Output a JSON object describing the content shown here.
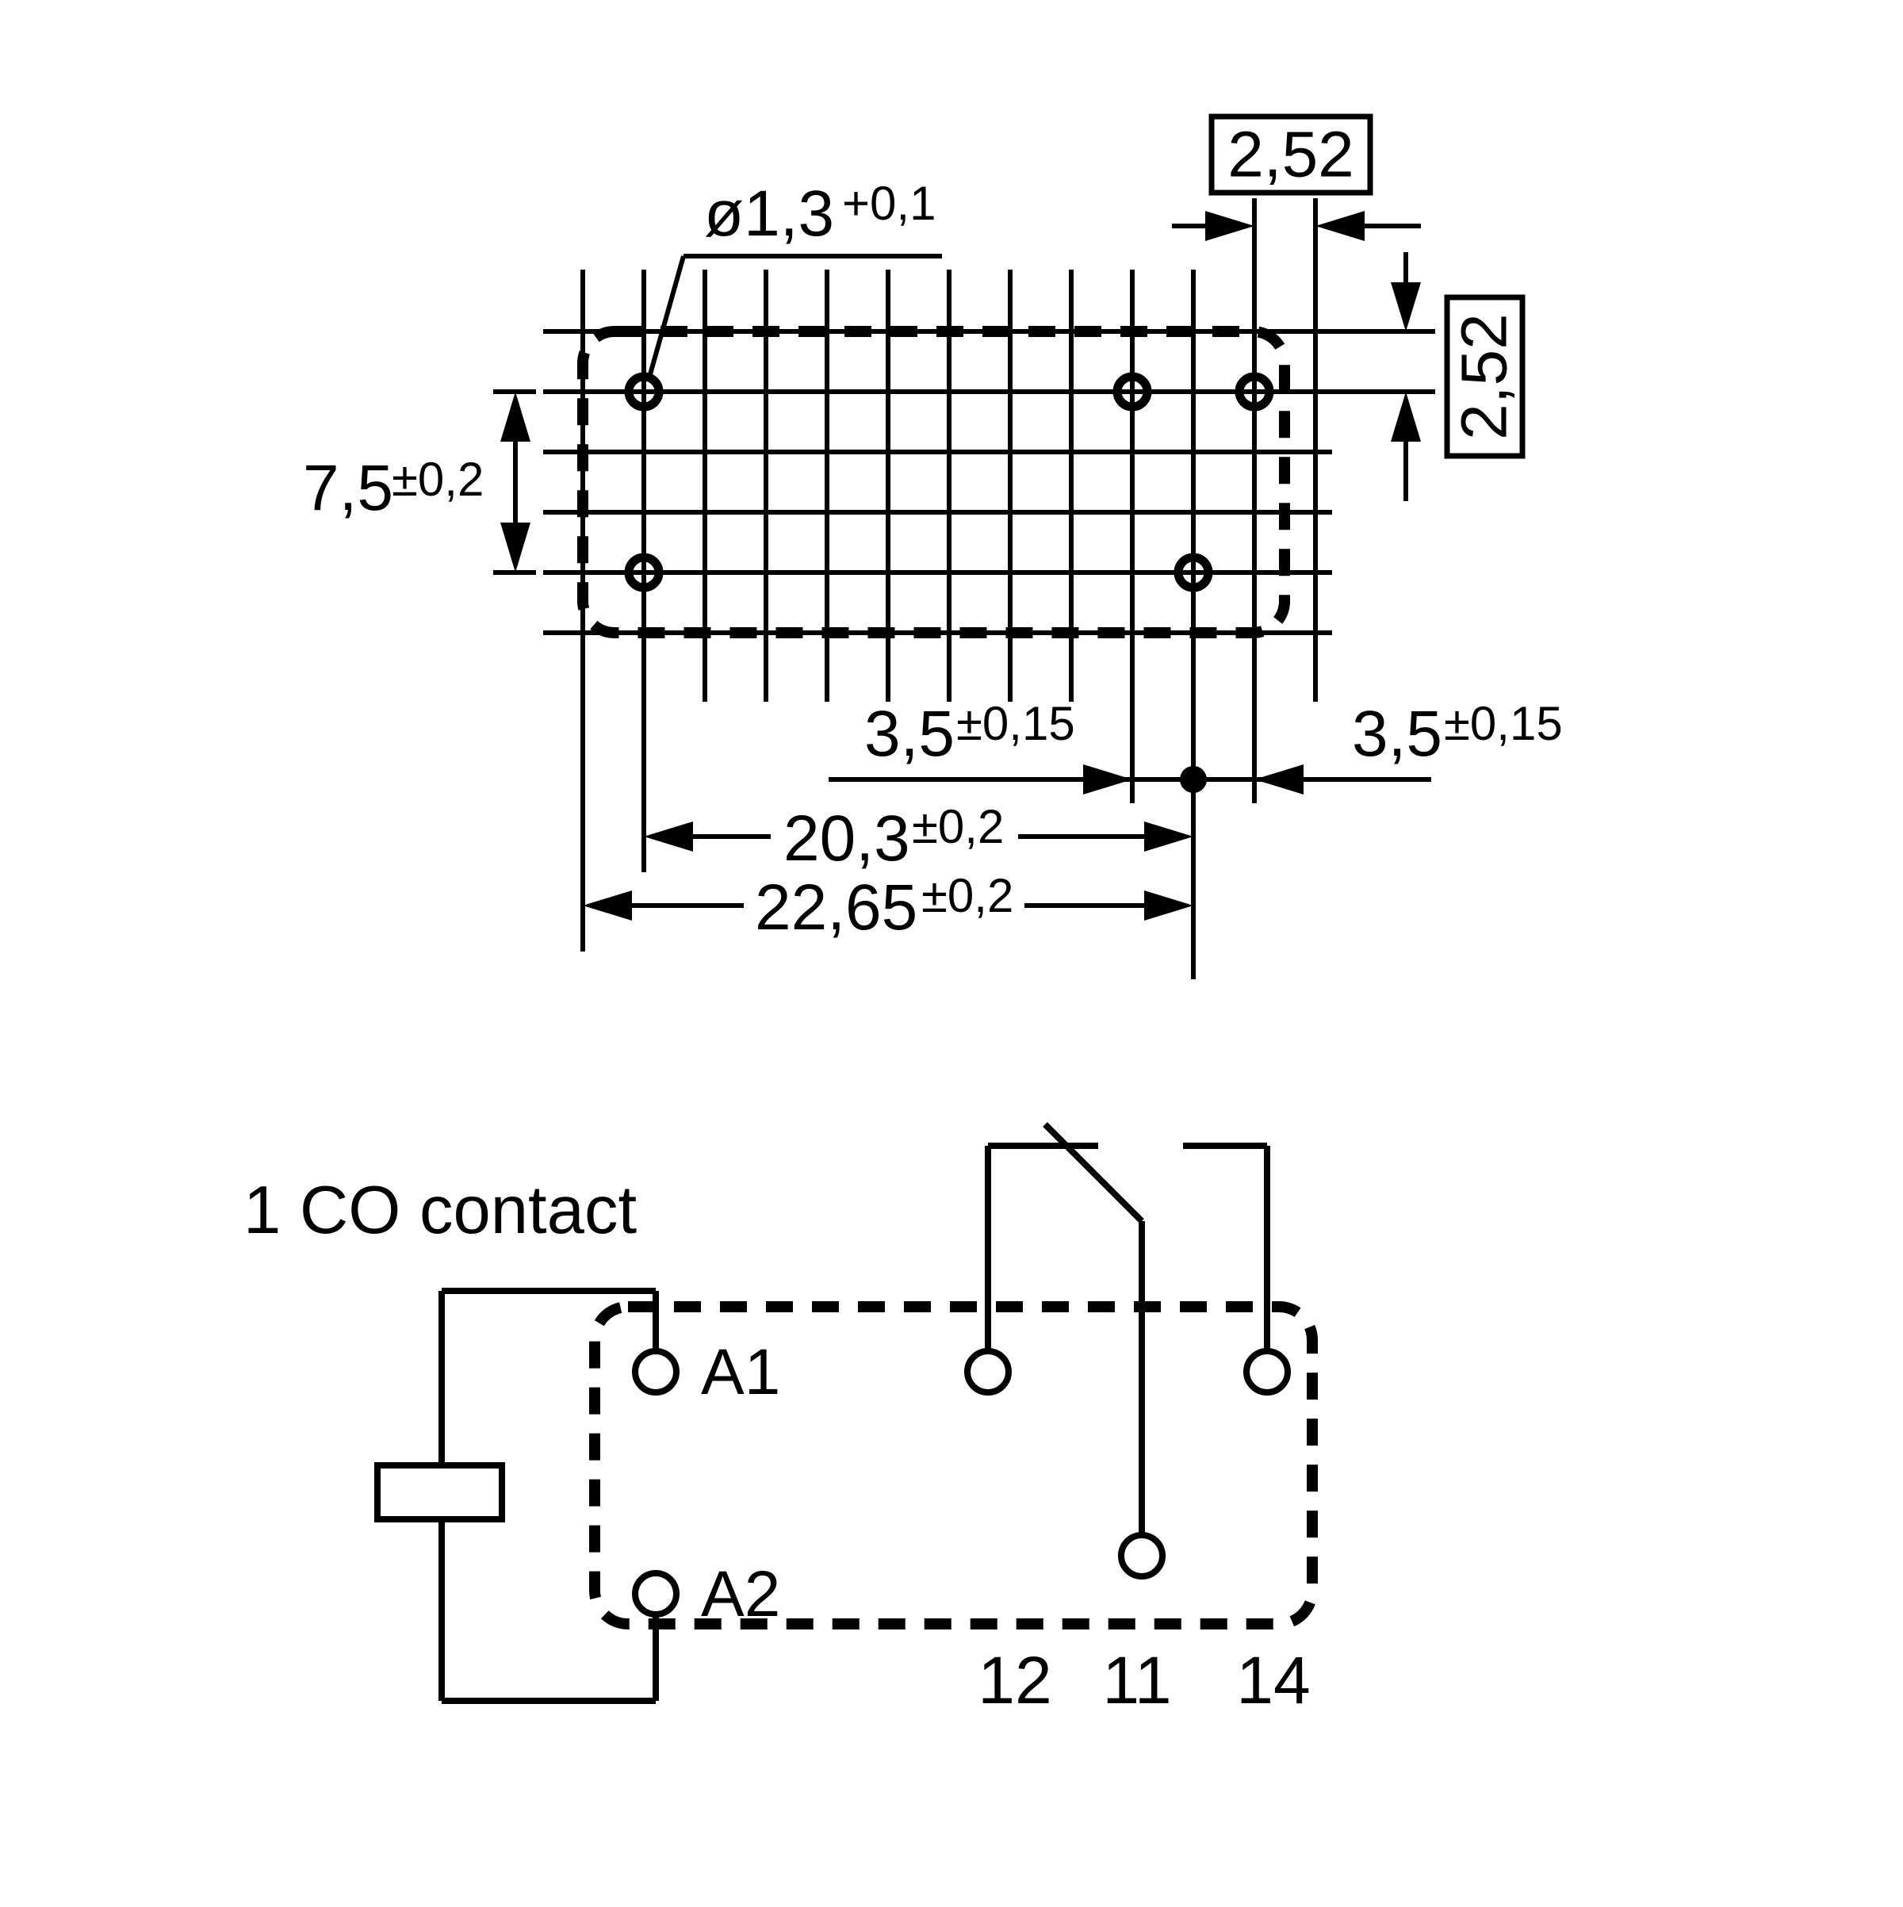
{
  "drawing": {
    "hole_dia_value": "ø1,3",
    "hole_dia_tol": "+0,1",
    "pitch_h": "2,52",
    "pitch_v": "2,52",
    "dim_7_5_value": "7,5",
    "dim_7_5_tol": "±0,2",
    "dim_3_5_left_value": "3,5",
    "dim_3_5_left_tol": "±0,15",
    "dim_3_5_right_value": "3,5",
    "dim_3_5_right_tol": "±0,15",
    "dim_20_3_value": "20,3",
    "dim_20_3_tol": "±0,2",
    "dim_22_65_value": "22,65",
    "dim_22_65_tol": "±0,2"
  },
  "schematic": {
    "title": "1 CO contact",
    "coil_terminals": [
      "A1",
      "A2"
    ],
    "contact_terminals": [
      "12",
      "11",
      "14"
    ]
  },
  "colors": {
    "ink": "#000000",
    "background": "#ffffff"
  }
}
